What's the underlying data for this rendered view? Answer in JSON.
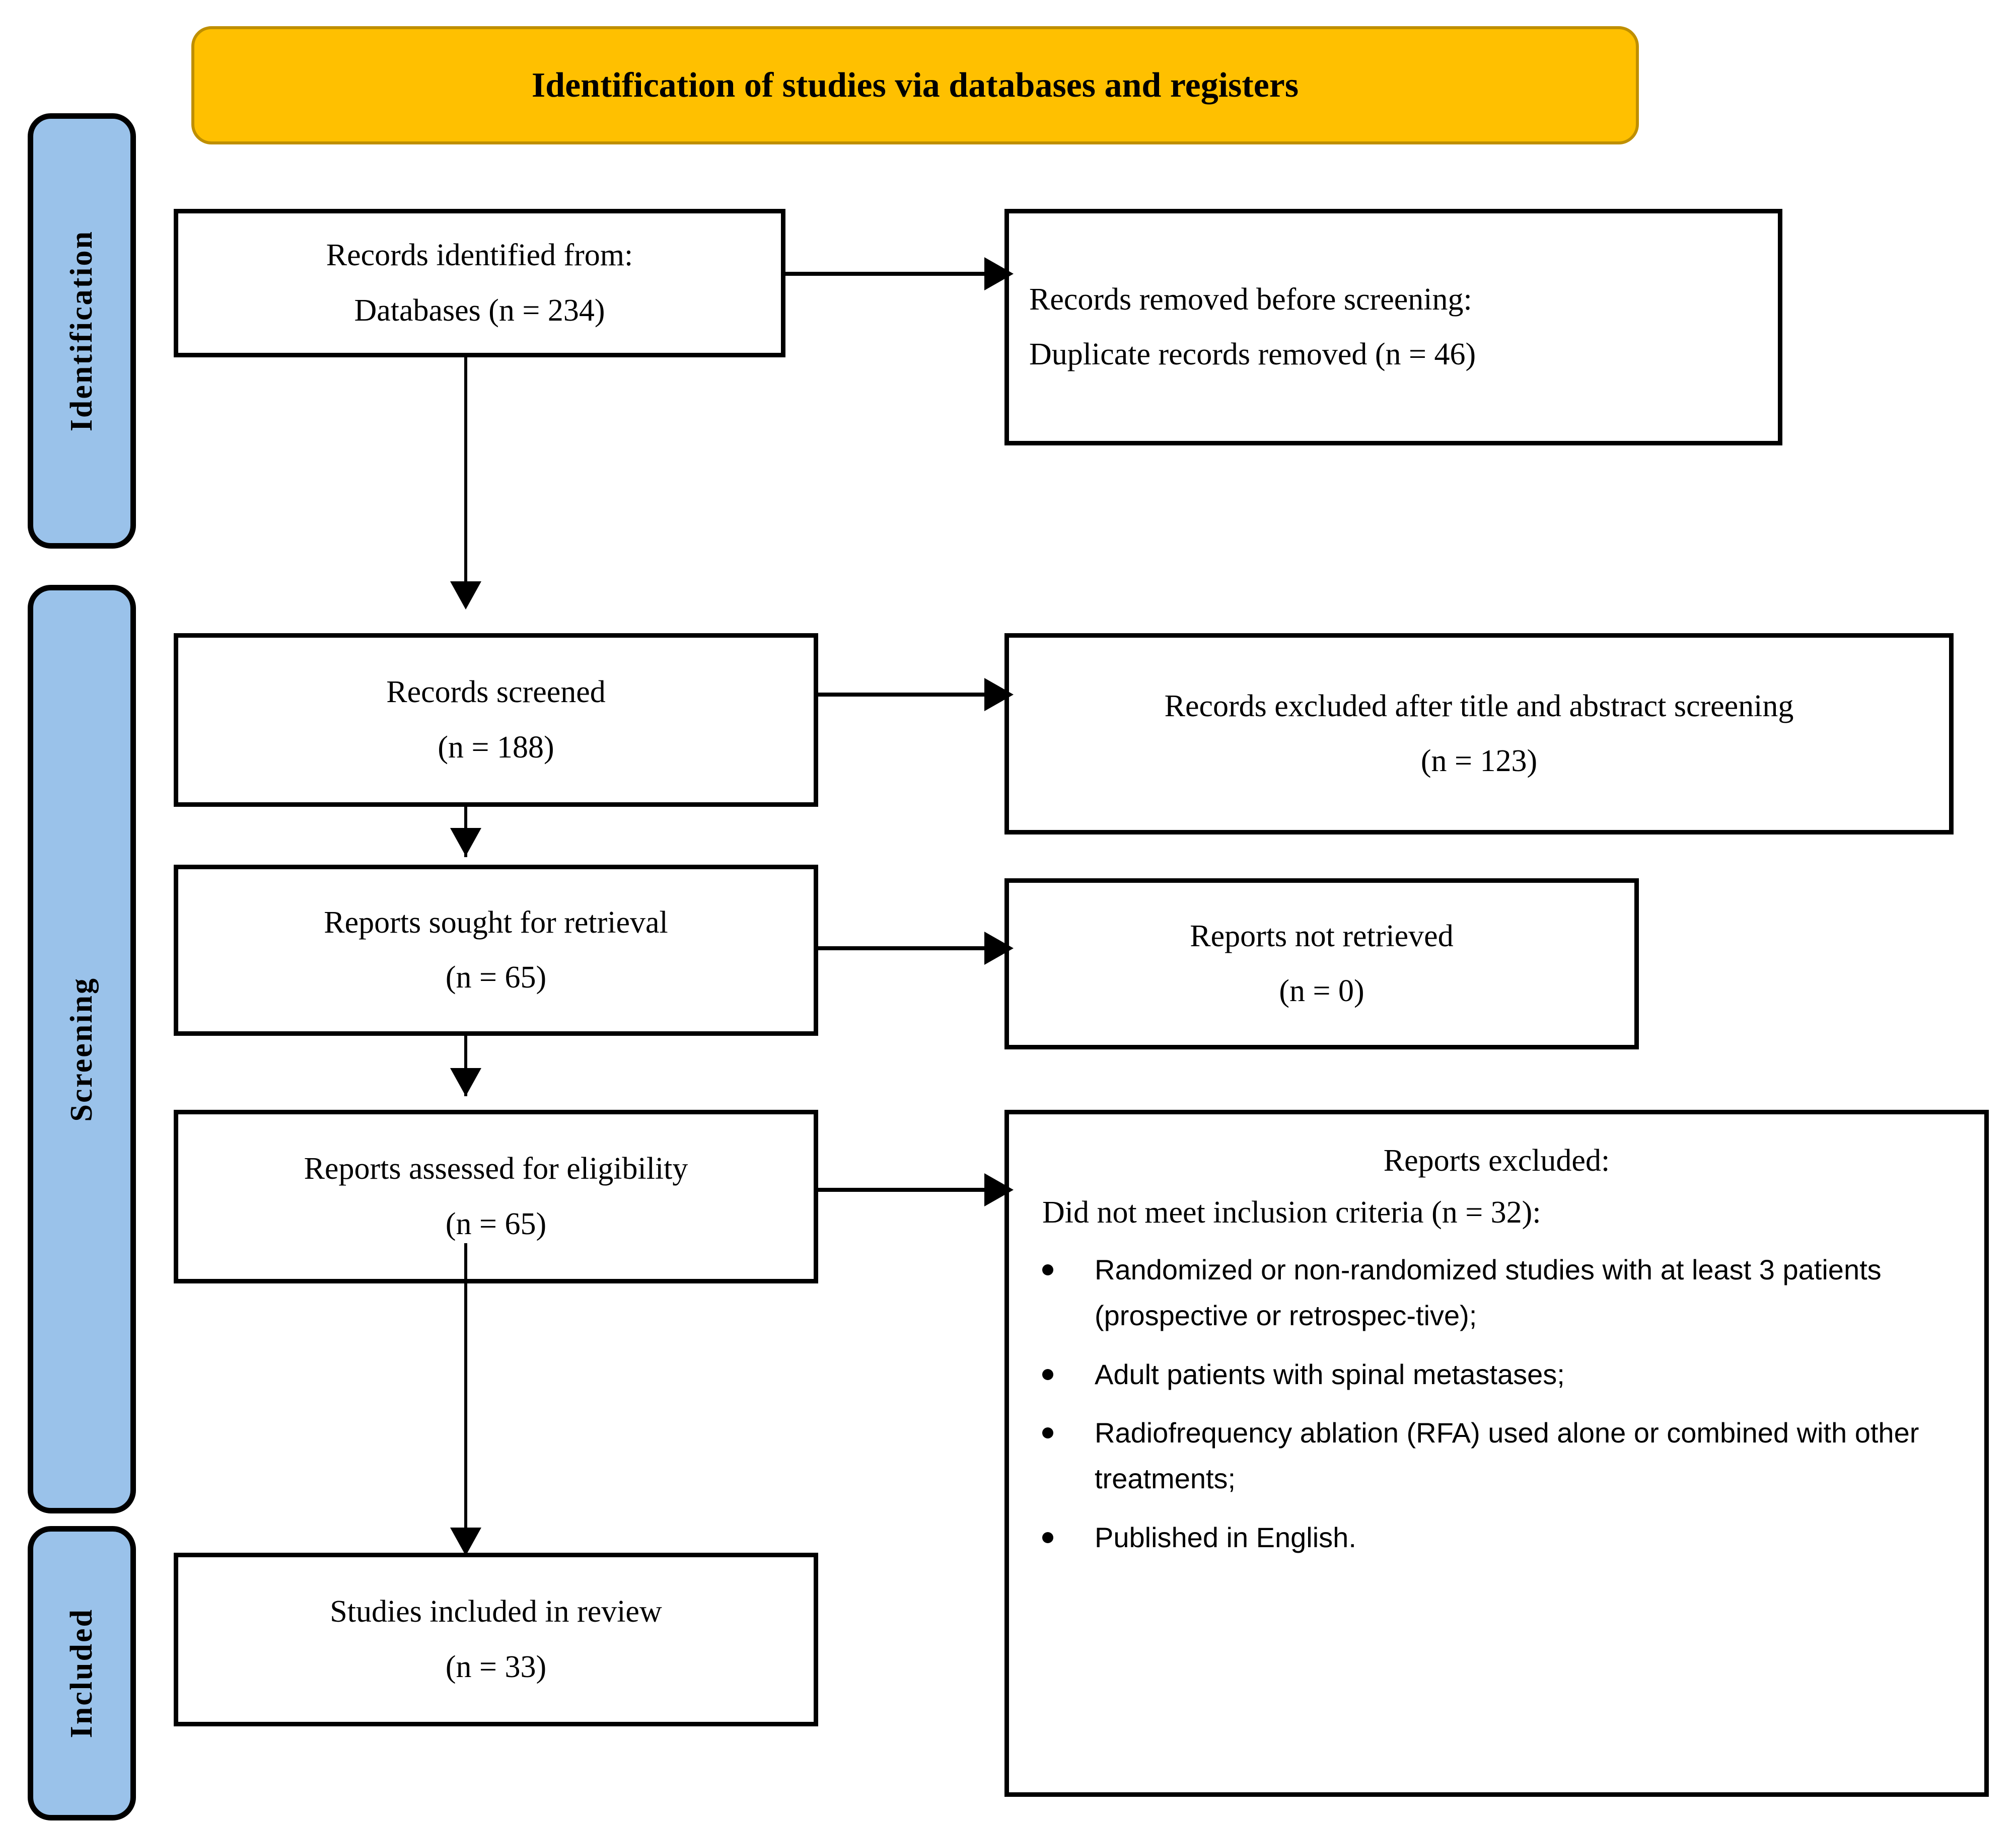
{
  "banner": {
    "title": "Identification of studies via databases and registers",
    "fill": "#FFC000",
    "stroke": "#BF8F00"
  },
  "phases": {
    "fill": "#9AC2EA",
    "stroke": "#000000",
    "items": [
      {
        "label": "Identification"
      },
      {
        "label": "Screening"
      },
      {
        "label": "Included"
      }
    ]
  },
  "boxes": {
    "identified": {
      "line1": "Records identified from:",
      "line2": "Databases (n = 234)"
    },
    "removed": {
      "line1": "Records removed before screening:",
      "line2": "Duplicate records removed (n = 46)"
    },
    "screened": {
      "line1": "Records screened",
      "line2": "(n = 188)"
    },
    "excluded_title_abstract": {
      "line1": "Records excluded after title and abstract screening",
      "line2": "(n = 123)"
    },
    "sought": {
      "line1": "Reports sought for retrieval",
      "line2": "(n = 65)"
    },
    "not_retrieved": {
      "line1": "Reports not retrieved",
      "line2": "(n = 0)"
    },
    "assessed": {
      "line1": "Reports assessed for eligibility",
      "line2": "(n = 65)"
    },
    "reports_excluded": {
      "heading": "Reports excluded:",
      "subheading": "Did not meet inclusion criteria (n = 32):",
      "bullets": [
        "Randomized or non-randomized studies with at least 3 patients (prospective or retrospec-tive);",
        "Adult patients with spinal metastases;",
        "Radiofrequency ablation (RFA) used alone or combined with other treatments;",
        "Published in English."
      ]
    },
    "included": {
      "line1": "Studies included in review",
      "line2": "(n = 33)"
    }
  },
  "chart_data": {
    "type": "diagram",
    "title": "Identification of studies via databases and registers",
    "nodes": [
      {
        "id": "identified",
        "phase": "Identification",
        "label": "Records identified from: Databases",
        "n": 234
      },
      {
        "id": "removed",
        "phase": "Identification",
        "label": "Records removed before screening: Duplicate records removed",
        "n": 46
      },
      {
        "id": "screened",
        "phase": "Screening",
        "label": "Records screened",
        "n": 188
      },
      {
        "id": "excluded_title_abstract",
        "phase": "Screening",
        "label": "Records excluded after title and abstract screening",
        "n": 123
      },
      {
        "id": "sought",
        "phase": "Screening",
        "label": "Reports sought for retrieval",
        "n": 65
      },
      {
        "id": "not_retrieved",
        "phase": "Screening",
        "label": "Reports not retrieved",
        "n": 0
      },
      {
        "id": "assessed",
        "phase": "Screening",
        "label": "Reports assessed for eligibility",
        "n": 65
      },
      {
        "id": "reports_excluded",
        "phase": "Screening",
        "label": "Reports excluded: Did not meet inclusion criteria",
        "n": 32
      },
      {
        "id": "included",
        "phase": "Included",
        "label": "Studies included in review",
        "n": 33
      }
    ],
    "edges": [
      {
        "from": "identified",
        "to": "removed",
        "direction": "right"
      },
      {
        "from": "identified",
        "to": "screened",
        "direction": "down"
      },
      {
        "from": "screened",
        "to": "excluded_title_abstract",
        "direction": "right"
      },
      {
        "from": "screened",
        "to": "sought",
        "direction": "down"
      },
      {
        "from": "sought",
        "to": "not_retrieved",
        "direction": "right"
      },
      {
        "from": "sought",
        "to": "assessed",
        "direction": "down"
      },
      {
        "from": "assessed",
        "to": "reports_excluded",
        "direction": "right"
      },
      {
        "from": "assessed",
        "to": "included",
        "direction": "down"
      }
    ]
  }
}
